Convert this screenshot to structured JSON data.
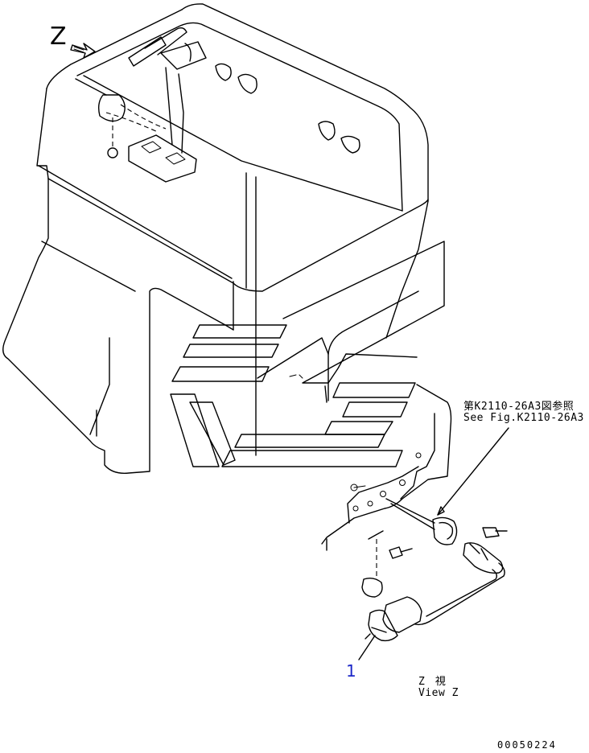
{
  "labels": {
    "view_letter": "Z",
    "reference_jp": "第K2110-26A3図参照",
    "reference_en": "See Fig.K2110-26A3",
    "part_number": "1",
    "view_jp": "Z　視",
    "view_en": "View Z",
    "drawing_id": "00050224"
  },
  "icons": {
    "view_direction": "view-direction-arrow-icon"
  },
  "colors": {
    "line": "#000000",
    "part_number": "#1c28c8",
    "background": "#ffffff"
  }
}
